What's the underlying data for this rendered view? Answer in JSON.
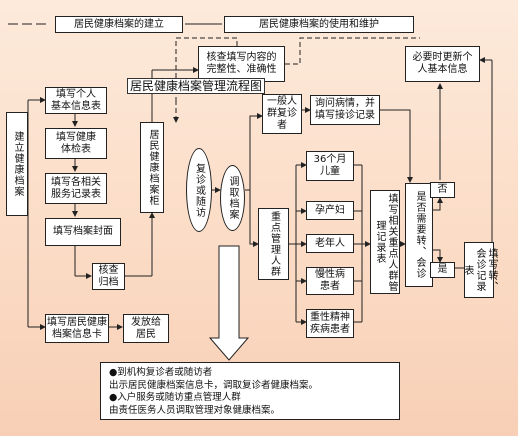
{
  "legend": {
    "establish": "居民健康档案的建立",
    "use": "居民健康档案的使用和维护"
  },
  "caption": "居民健康档案管理流程图",
  "boxes": {
    "establish_archive": "建立健康档案",
    "fill_basic": "填写个人\n基本信息表",
    "fill_exam": "填写健康\n体检表",
    "fill_service": "填写各相关\n服务记录表",
    "fill_cover": "填写档案封面",
    "check_file": "核查\n归档",
    "fill_card": "填写居民健康\n档案信息卡",
    "issue_card": "发放给\n居民",
    "archive_cabinet": "居民健康档案柜",
    "check_complete": "核查填写内容的\n完整性、准确性",
    "followup": "复诊或随访",
    "retrieve": "调取档案",
    "general_patients": "一般人\n群复诊者",
    "inquire": "询问病情，并\n填写接诊记录",
    "key_groups": "重点管理人群",
    "children": "36个月\n儿童",
    "pregnant": "孕产妇",
    "elderly": "老年人",
    "chronic": "慢性病\n患者",
    "mental": "重性精神\n疾病患者",
    "fill_key_record": "填写相关重点人群管理记录表",
    "need_referral": "是否需要转、会诊",
    "yes": "是",
    "no": "否",
    "update_info": "必要时更新个\n人基本信息",
    "fill_referral": "填写转、会诊记录表"
  },
  "note": {
    "line1": "●到机构复诊者或随访者",
    "line2": "出示居民健康档案信息卡，调取复诊者健康档案。",
    "line3": "●入户服务或随访重点管理人群",
    "line4": "由责任医务人员调取管理对象健康档案。"
  }
}
